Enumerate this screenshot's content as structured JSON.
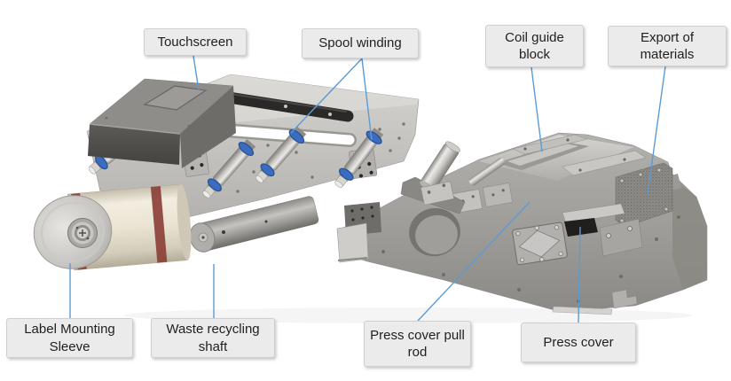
{
  "page": {
    "background_color": "#ffffff",
    "description": "Annotated photo diagram of a print-and-apply labeling machine with callout labels"
  },
  "style": {
    "leader_line_color": "#5b9bd5",
    "label_box_background": "#ebebeb",
    "label_box_border": "#cfcfcf",
    "label_text_color": "#1f1f1f",
    "blue_ring_color": "#3a6cc2",
    "sleeve_color": "#ebe4d3",
    "sleeve_stripe_color": "#8c4038",
    "machine_metal_color": "#a8a6a2"
  },
  "labels": [
    {
      "id": "touchscreen",
      "text": "Touchscreen"
    },
    {
      "id": "spool-winding",
      "text": "Spool winding"
    },
    {
      "id": "coil-guide-block",
      "text": "Coil guide block"
    },
    {
      "id": "export-of-materials",
      "text": "Export of materials"
    },
    {
      "id": "label-mounting-sleeve",
      "text": "Label Mounting Sleeve"
    },
    {
      "id": "waste-recycling-shaft",
      "text": "Waste recycling shaft"
    },
    {
      "id": "press-cover-pull-rod",
      "text": "Press cover pull rod"
    },
    {
      "id": "press-cover",
      "text": "Press cover"
    }
  ]
}
